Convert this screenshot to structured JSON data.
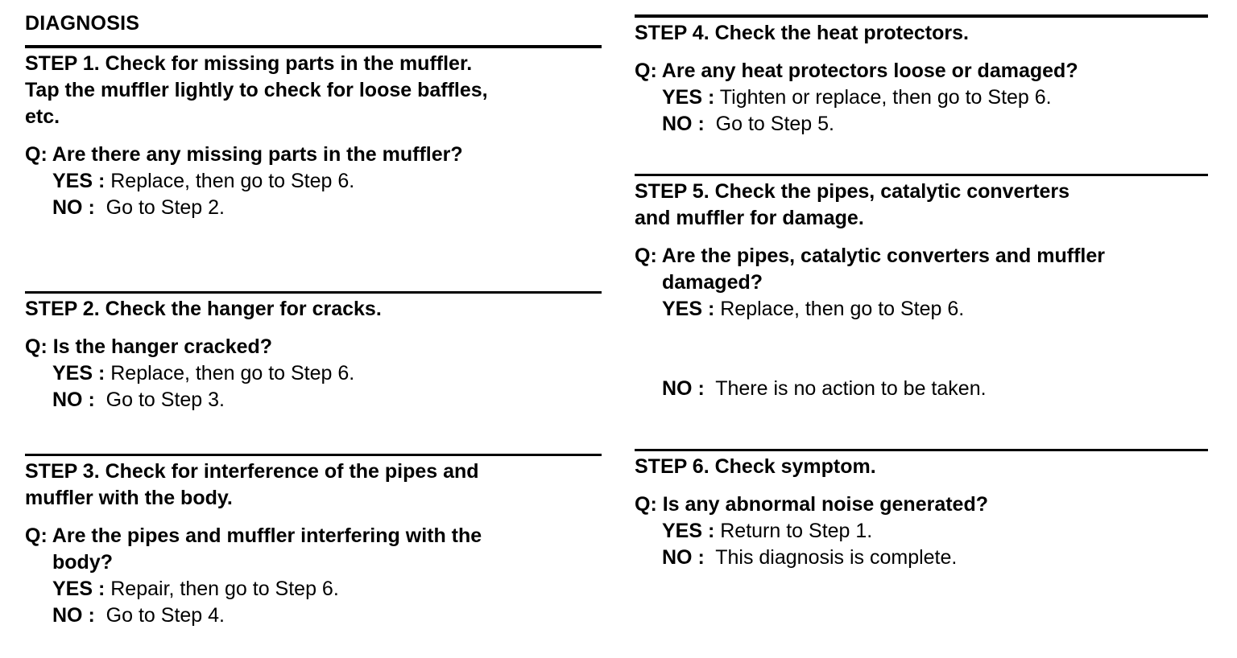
{
  "document": {
    "title": "DIAGNOSIS"
  },
  "columns": {
    "left": [
      {
        "heading": "STEP 1. Check for missing parts in the muffler. Tap the muffler lightly to check for loose baffles, etc.",
        "heading_lines": [
          "STEP 1. Check for missing parts in the muffler.",
          "Tap the muffler lightly to check for loose baffles,",
          "etc."
        ],
        "question": "Q: Are there any missing parts in the muffler?",
        "question_lines": [
          "Q: Are there any missing parts in the muffler?"
        ],
        "answers": [
          {
            "label": "YES :",
            "text": " Replace, then go to Step 6."
          },
          {
            "label": "NO :",
            "text": "  Go to Step 2."
          }
        ]
      },
      {
        "heading": "STEP 2. Check the hanger for cracks.",
        "heading_lines": [
          "STEP 2. Check the hanger for cracks."
        ],
        "question": "Q: Is the hanger cracked?",
        "question_lines": [
          "Q: Is the hanger cracked?"
        ],
        "answers": [
          {
            "label": "YES :",
            "text": " Replace, then go to Step 6."
          },
          {
            "label": "NO :",
            "text": "  Go to Step 3."
          }
        ]
      },
      {
        "heading": "STEP 3. Check for interference of the pipes and muffler with the body.",
        "heading_lines": [
          "STEP 3. Check for interference of the pipes and",
          "muffler with the body."
        ],
        "question": "Q: Are the pipes and muffler interfering with the body?",
        "question_lines": [
          "Q: Are the pipes and muffler interfering with the",
          "body?"
        ],
        "answers": [
          {
            "label": "YES :",
            "text": " Repair, then go to Step 6."
          },
          {
            "label": "NO :",
            "text": "  Go to Step 4."
          }
        ]
      }
    ],
    "right": [
      {
        "heading": "STEP 4. Check the heat protectors.",
        "heading_lines": [
          "STEP 4. Check the heat protectors."
        ],
        "question": "Q: Are any heat protectors loose or damaged?",
        "question_lines": [
          "Q: Are any heat protectors loose or damaged?"
        ],
        "answers": [
          {
            "label": "YES :",
            "text": " Tighten or replace, then go to Step 6."
          },
          {
            "label": "NO :",
            "text": "  Go to Step 5."
          }
        ]
      },
      {
        "heading": "STEP 5. Check the pipes, catalytic converters and muffler for damage.",
        "heading_lines": [
          "STEP 5. Check the pipes, catalytic converters",
          "and muffler for damage."
        ],
        "question": "Q: Are the pipes, catalytic converters and muffler damaged?",
        "question_lines": [
          "Q: Are the pipes, catalytic converters and muffler",
          "damaged?"
        ],
        "answers": [
          {
            "label": "YES :",
            "text": " Replace, then go to Step 6."
          },
          {
            "label": "NO :",
            "text": "  There is no action to be taken."
          }
        ]
      },
      {
        "heading": "STEP 6. Check symptom.",
        "heading_lines": [
          "STEP 6. Check symptom."
        ],
        "question": "Q: Is any abnormal noise generated?",
        "question_lines": [
          "Q: Is any abnormal noise generated?"
        ],
        "answers": [
          {
            "label": "YES :",
            "text": " Return to Step 1."
          },
          {
            "label": "NO :",
            "text": "  This diagnosis is complete."
          }
        ]
      }
    ]
  }
}
